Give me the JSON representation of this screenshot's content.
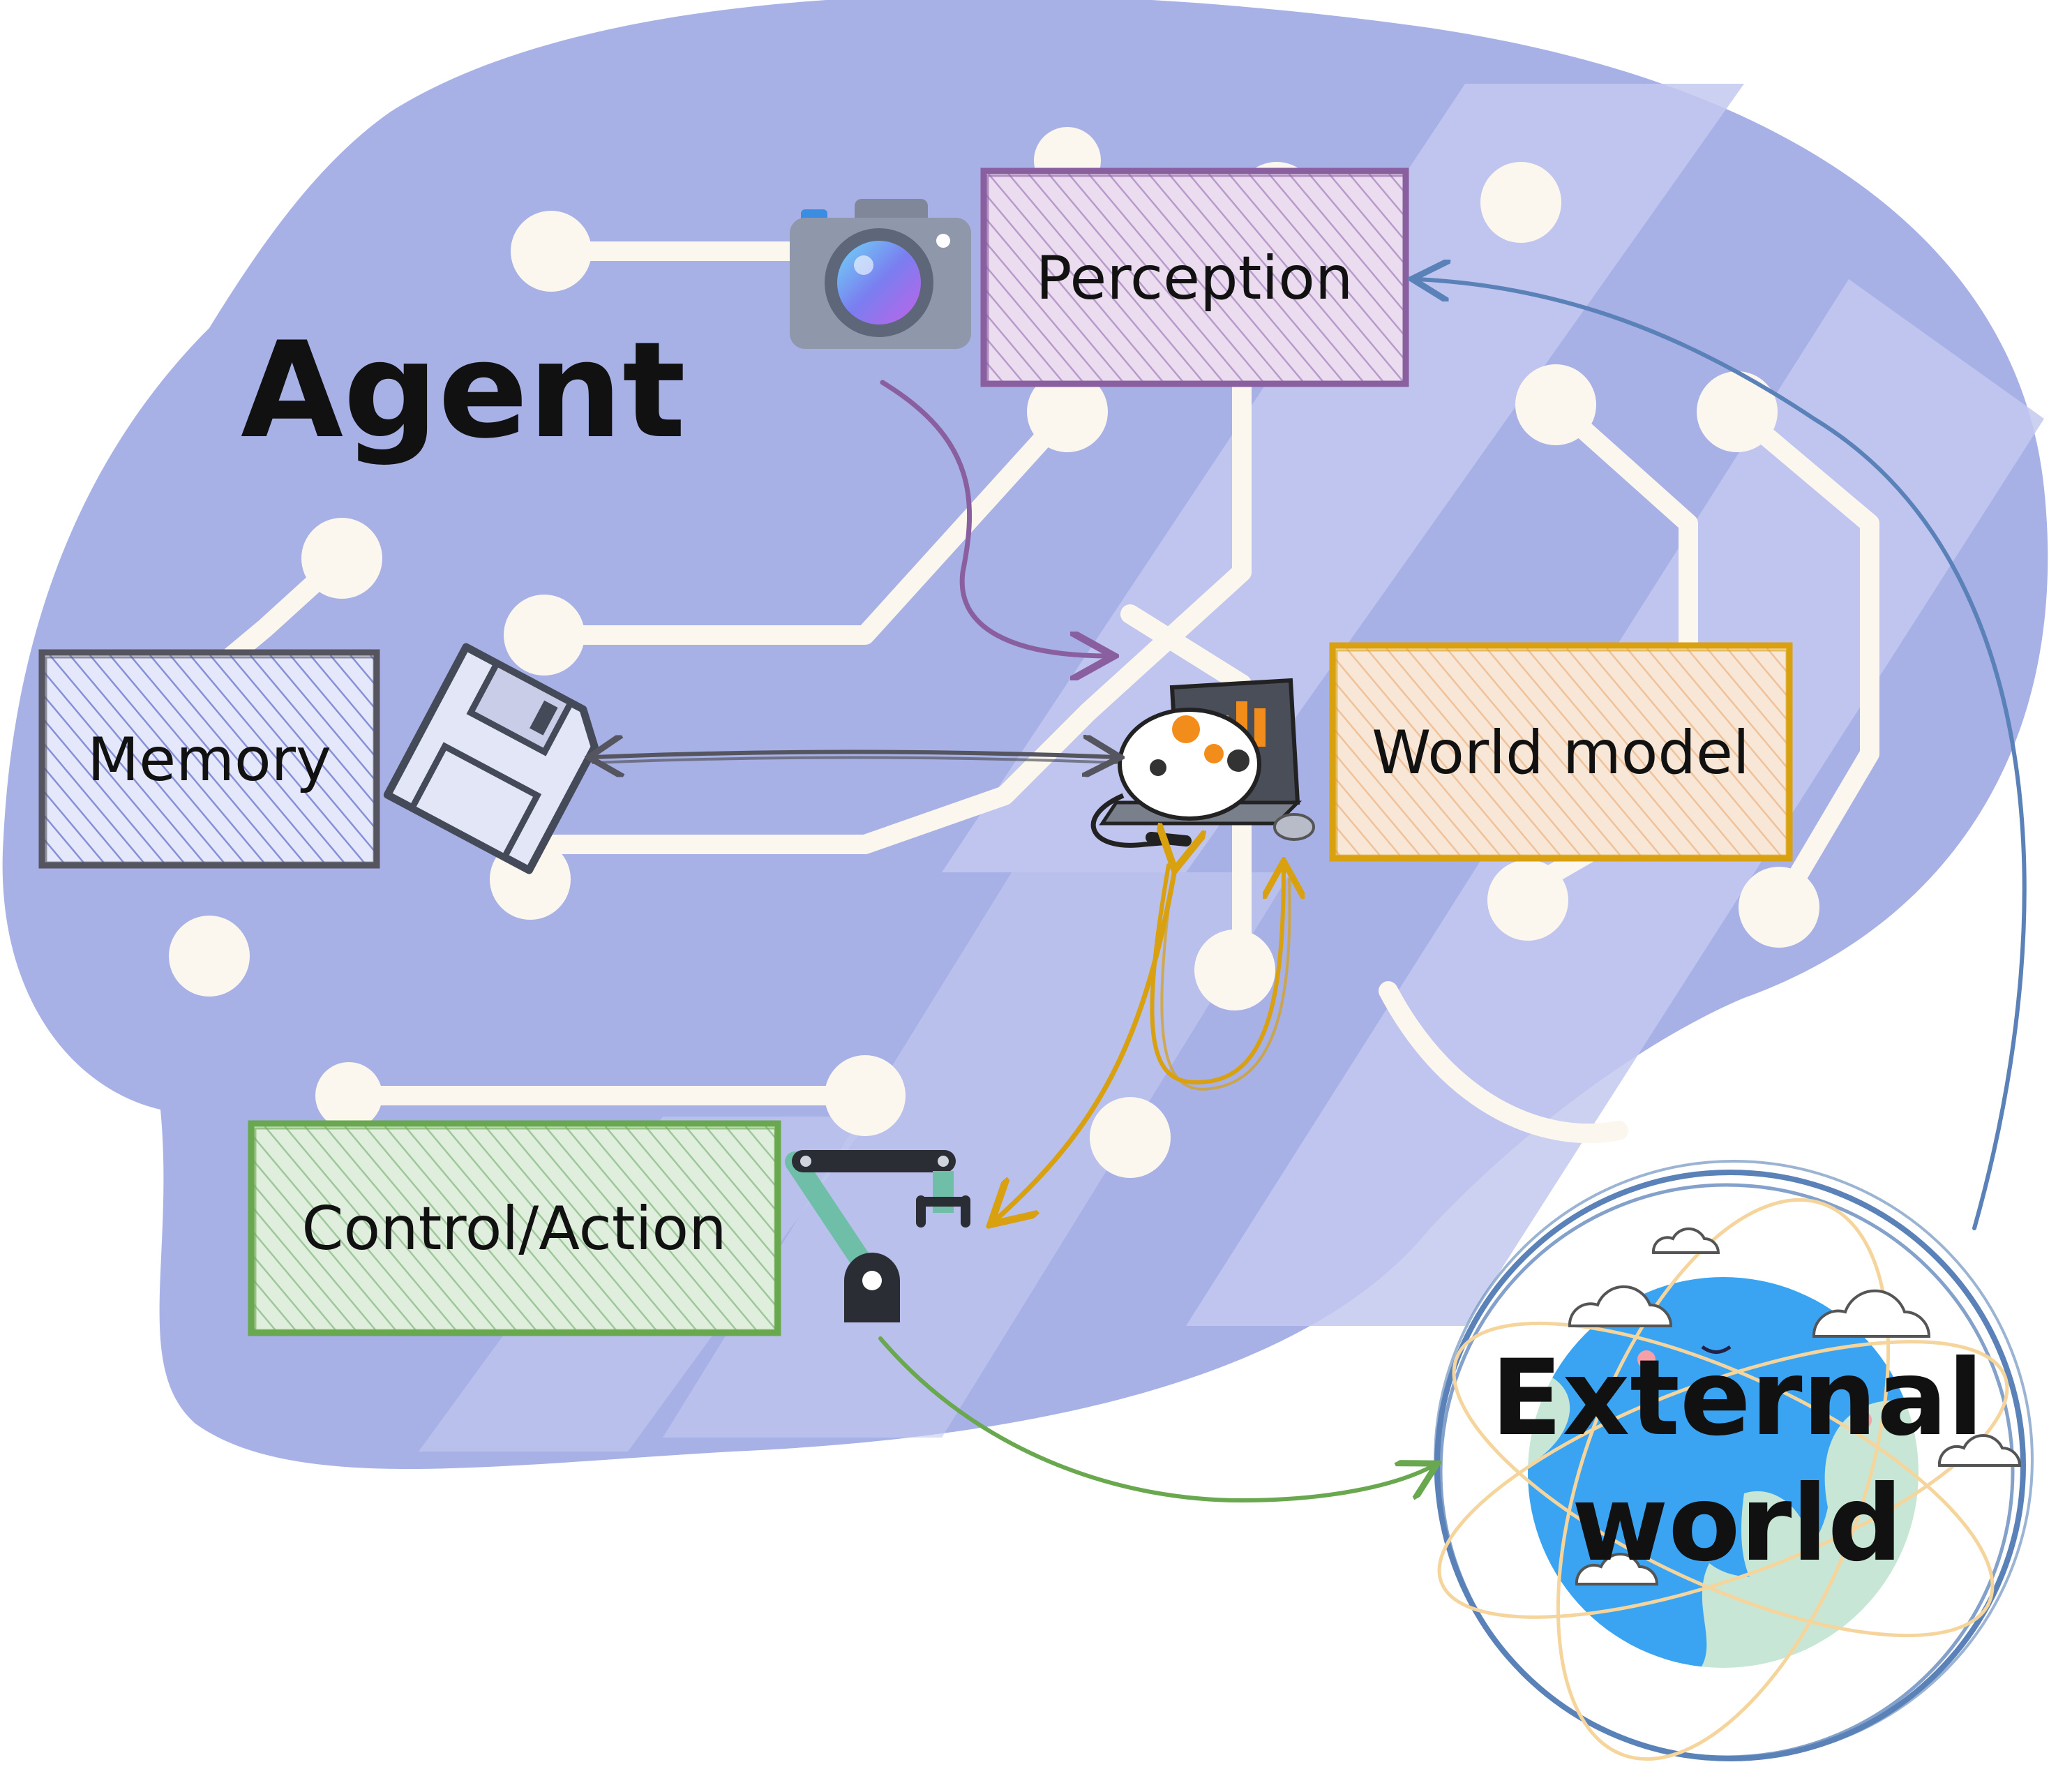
{
  "title": "Agent",
  "modules": {
    "perception": {
      "label": "Perception",
      "color": "#8a5fa0"
    },
    "memory": {
      "label": "Memory",
      "color": "#555560"
    },
    "world_model": {
      "label": "World model",
      "color": "#d9a010"
    },
    "control": {
      "label": "Control/Action",
      "color": "#6aa84f"
    }
  },
  "external_world": {
    "line1": "External",
    "line2": "world",
    "color": "#5a82b8"
  },
  "icons": {
    "perception": "camera-icon",
    "memory": "floppy-disk-icon",
    "world_model": "cat-on-laptop-icon",
    "control": "robot-arm-icon",
    "external_world": "earth-globe-icon"
  },
  "colors": {
    "agent_bg": "#a7b1e6",
    "agent_bg_light": "#c3c9ef",
    "circuit": "#fbf7ee"
  }
}
